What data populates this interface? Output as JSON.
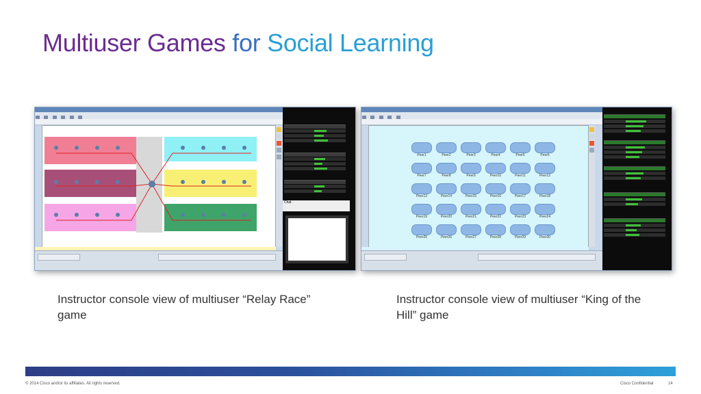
{
  "slide": {
    "title_part1": "Multiuser Games",
    "title_part2": "for",
    "title_part3": "Social Learning",
    "caption_left": "Instructor console view of multiuser “Relay Race” game",
    "caption_right": "Instructor console view of multiuser “King of the Hill” game",
    "copyright": "© 2014 Cisco and/or its affiliates. All rights reserved.",
    "confidential": "Cisco Confidential",
    "page_number": "14"
  },
  "colors": {
    "title_purple": "#6b2c91",
    "title_blue": "#3a6fc0",
    "title_light_blue": "#2a9fd6",
    "footer_start": "#2d3e86",
    "footer_end": "#2ea0da"
  },
  "relay_race": {
    "zones": [
      "pink",
      "magenta",
      "pink",
      "cyan",
      "yellow",
      "green"
    ],
    "chat_label": "Chat"
  },
  "king_of_hill": {
    "peers": [
      "Peer1",
      "Peer2",
      "Peer3",
      "Peer4",
      "Peer5",
      "Peer6",
      "Peer7",
      "Peer8",
      "Peer9",
      "Peer10",
      "Peer11",
      "Peer12",
      "Peer13",
      "Peer14",
      "Peer15",
      "Peer16",
      "Peer17",
      "Peer18",
      "Peer19",
      "Peer20",
      "Peer21",
      "Peer22",
      "Peer23",
      "Peer24",
      "Peer25",
      "Peer26",
      "Peer27",
      "Peer28",
      "Peer29",
      "Peer30"
    ]
  }
}
